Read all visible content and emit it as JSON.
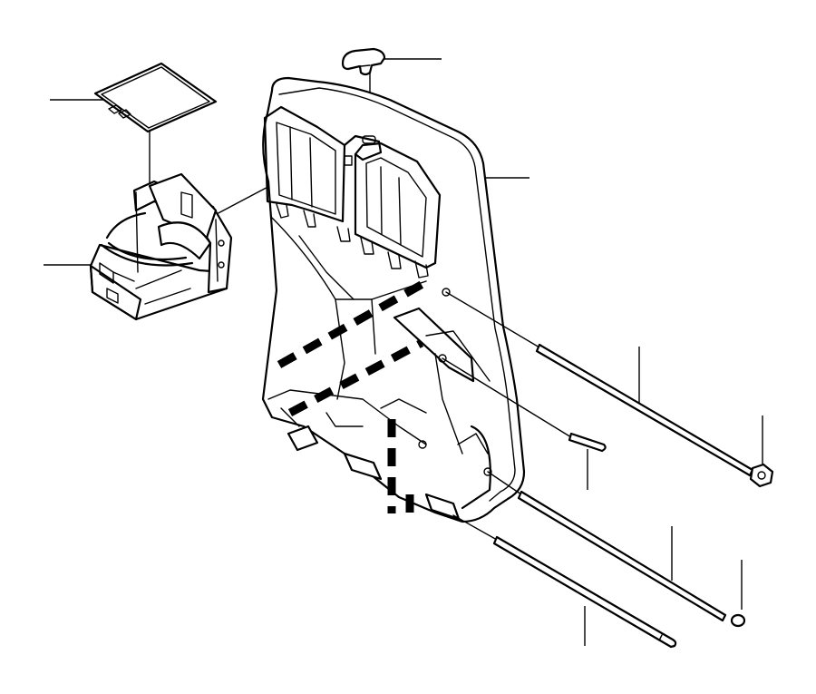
{
  "diagram": {
    "style": "exploded-view line drawing",
    "colors": {
      "line": "#000000",
      "background": "#ffffff"
    },
    "parts": [
      {
        "id": "cover-plate",
        "shape": "flat-rectangle"
      },
      {
        "id": "cup-holder",
        "shape": "folding-holder"
      },
      {
        "id": "knob",
        "shape": "t-handle"
      },
      {
        "id": "backrest-frame",
        "shape": "panel"
      },
      {
        "id": "rod-upper",
        "shape": "long-rod"
      },
      {
        "id": "pin",
        "shape": "short-pin"
      },
      {
        "id": "nut",
        "shape": "hex-nut"
      },
      {
        "id": "rod-middle",
        "shape": "long-rod"
      },
      {
        "id": "cap",
        "shape": "end-cap"
      },
      {
        "id": "rod-lower",
        "shape": "long-rod"
      }
    ],
    "callouts": 10
  }
}
